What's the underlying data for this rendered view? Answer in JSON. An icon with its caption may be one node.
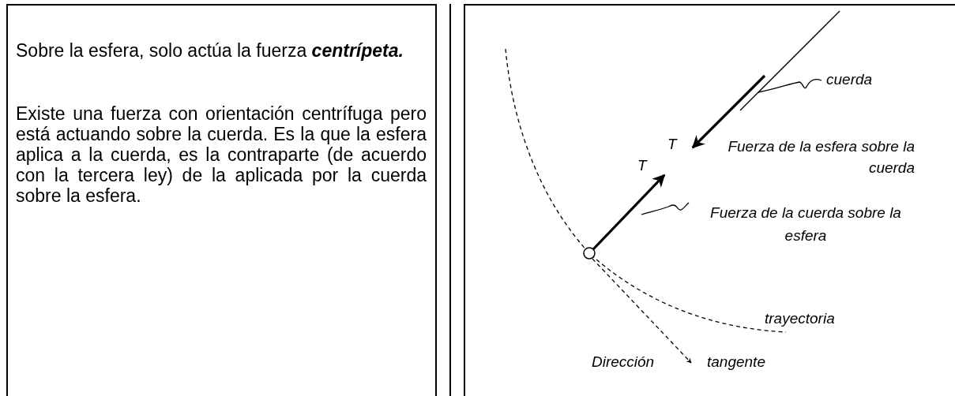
{
  "diagram": {
    "nodes": [
      {
        "text": [
          "Sobre la esfera, solo actúa la fuerza **centrípeta.**",
          "Existe una fuerza con orientación centrífuga pero está actuando sobre la cuerda. Es la que la esfera aplica a la cuerda, es la contraparte (de acuerdo con la tercera ley) de la aplicada por la cuerda sobre la esfera."
        ]
      },
      {
        "text": [
          "cuerda"
        ]
      },
      {
        "text": [],
        "shape": "line"
      },
      {
        "text": [
          "Fuerza de la cuerda sobre la esfera"
        ]
      },
      {
        "text": [],
        "shape": "arrow"
      }
    ],
    "edges": [
      {
        "from": 1,
        "to": 2,
        "arrow": "none"
      },
      {
        "from": 3,
        "to": 4,
        "arrow": "none"
      }
    ],
    "labels": [
      "T",
      "Fuerza de la esfera sobre la cuerda",
      "T",
      "trayectoria",
      "Dirección",
      "tangente"
    ]
  }
}
